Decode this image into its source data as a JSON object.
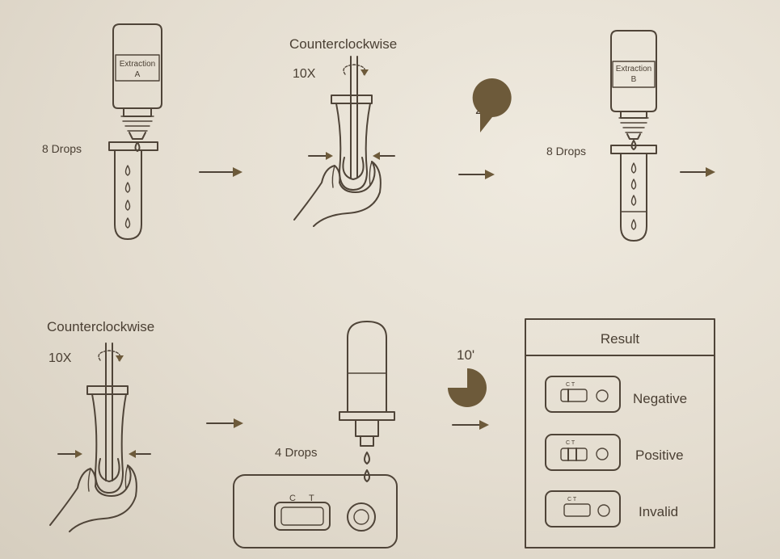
{
  "step1": {
    "bottle_label_line1": "Extraction",
    "bottle_label_line2": "A",
    "drops_label": "8  Drops"
  },
  "step2": {
    "direction_label": "Counterclockwise",
    "count_label": "10X"
  },
  "timer1": {
    "label": "2'"
  },
  "step3": {
    "bottle_label_line1": "Extraction",
    "bottle_label_line2": "B",
    "drops_label": "8  Drops"
  },
  "step4": {
    "direction_label": "Counterclockwise",
    "count_label": "10X"
  },
  "step5": {
    "drops_label": "4  Drops",
    "cassette_c": "C",
    "cassette_t": "T"
  },
  "timer2": {
    "label": "10'"
  },
  "result_panel": {
    "title": "Result",
    "rows": [
      {
        "label": "Negative",
        "mini_ct": "C  T"
      },
      {
        "label": "Positive",
        "mini_ct": "C  T"
      },
      {
        "label": "Invalid",
        "mini_ct": "C  T"
      }
    ]
  },
  "colors": {
    "ink": "#4f4438",
    "timer_fill": "#6d5a3a",
    "background": "#e6dfd3"
  }
}
